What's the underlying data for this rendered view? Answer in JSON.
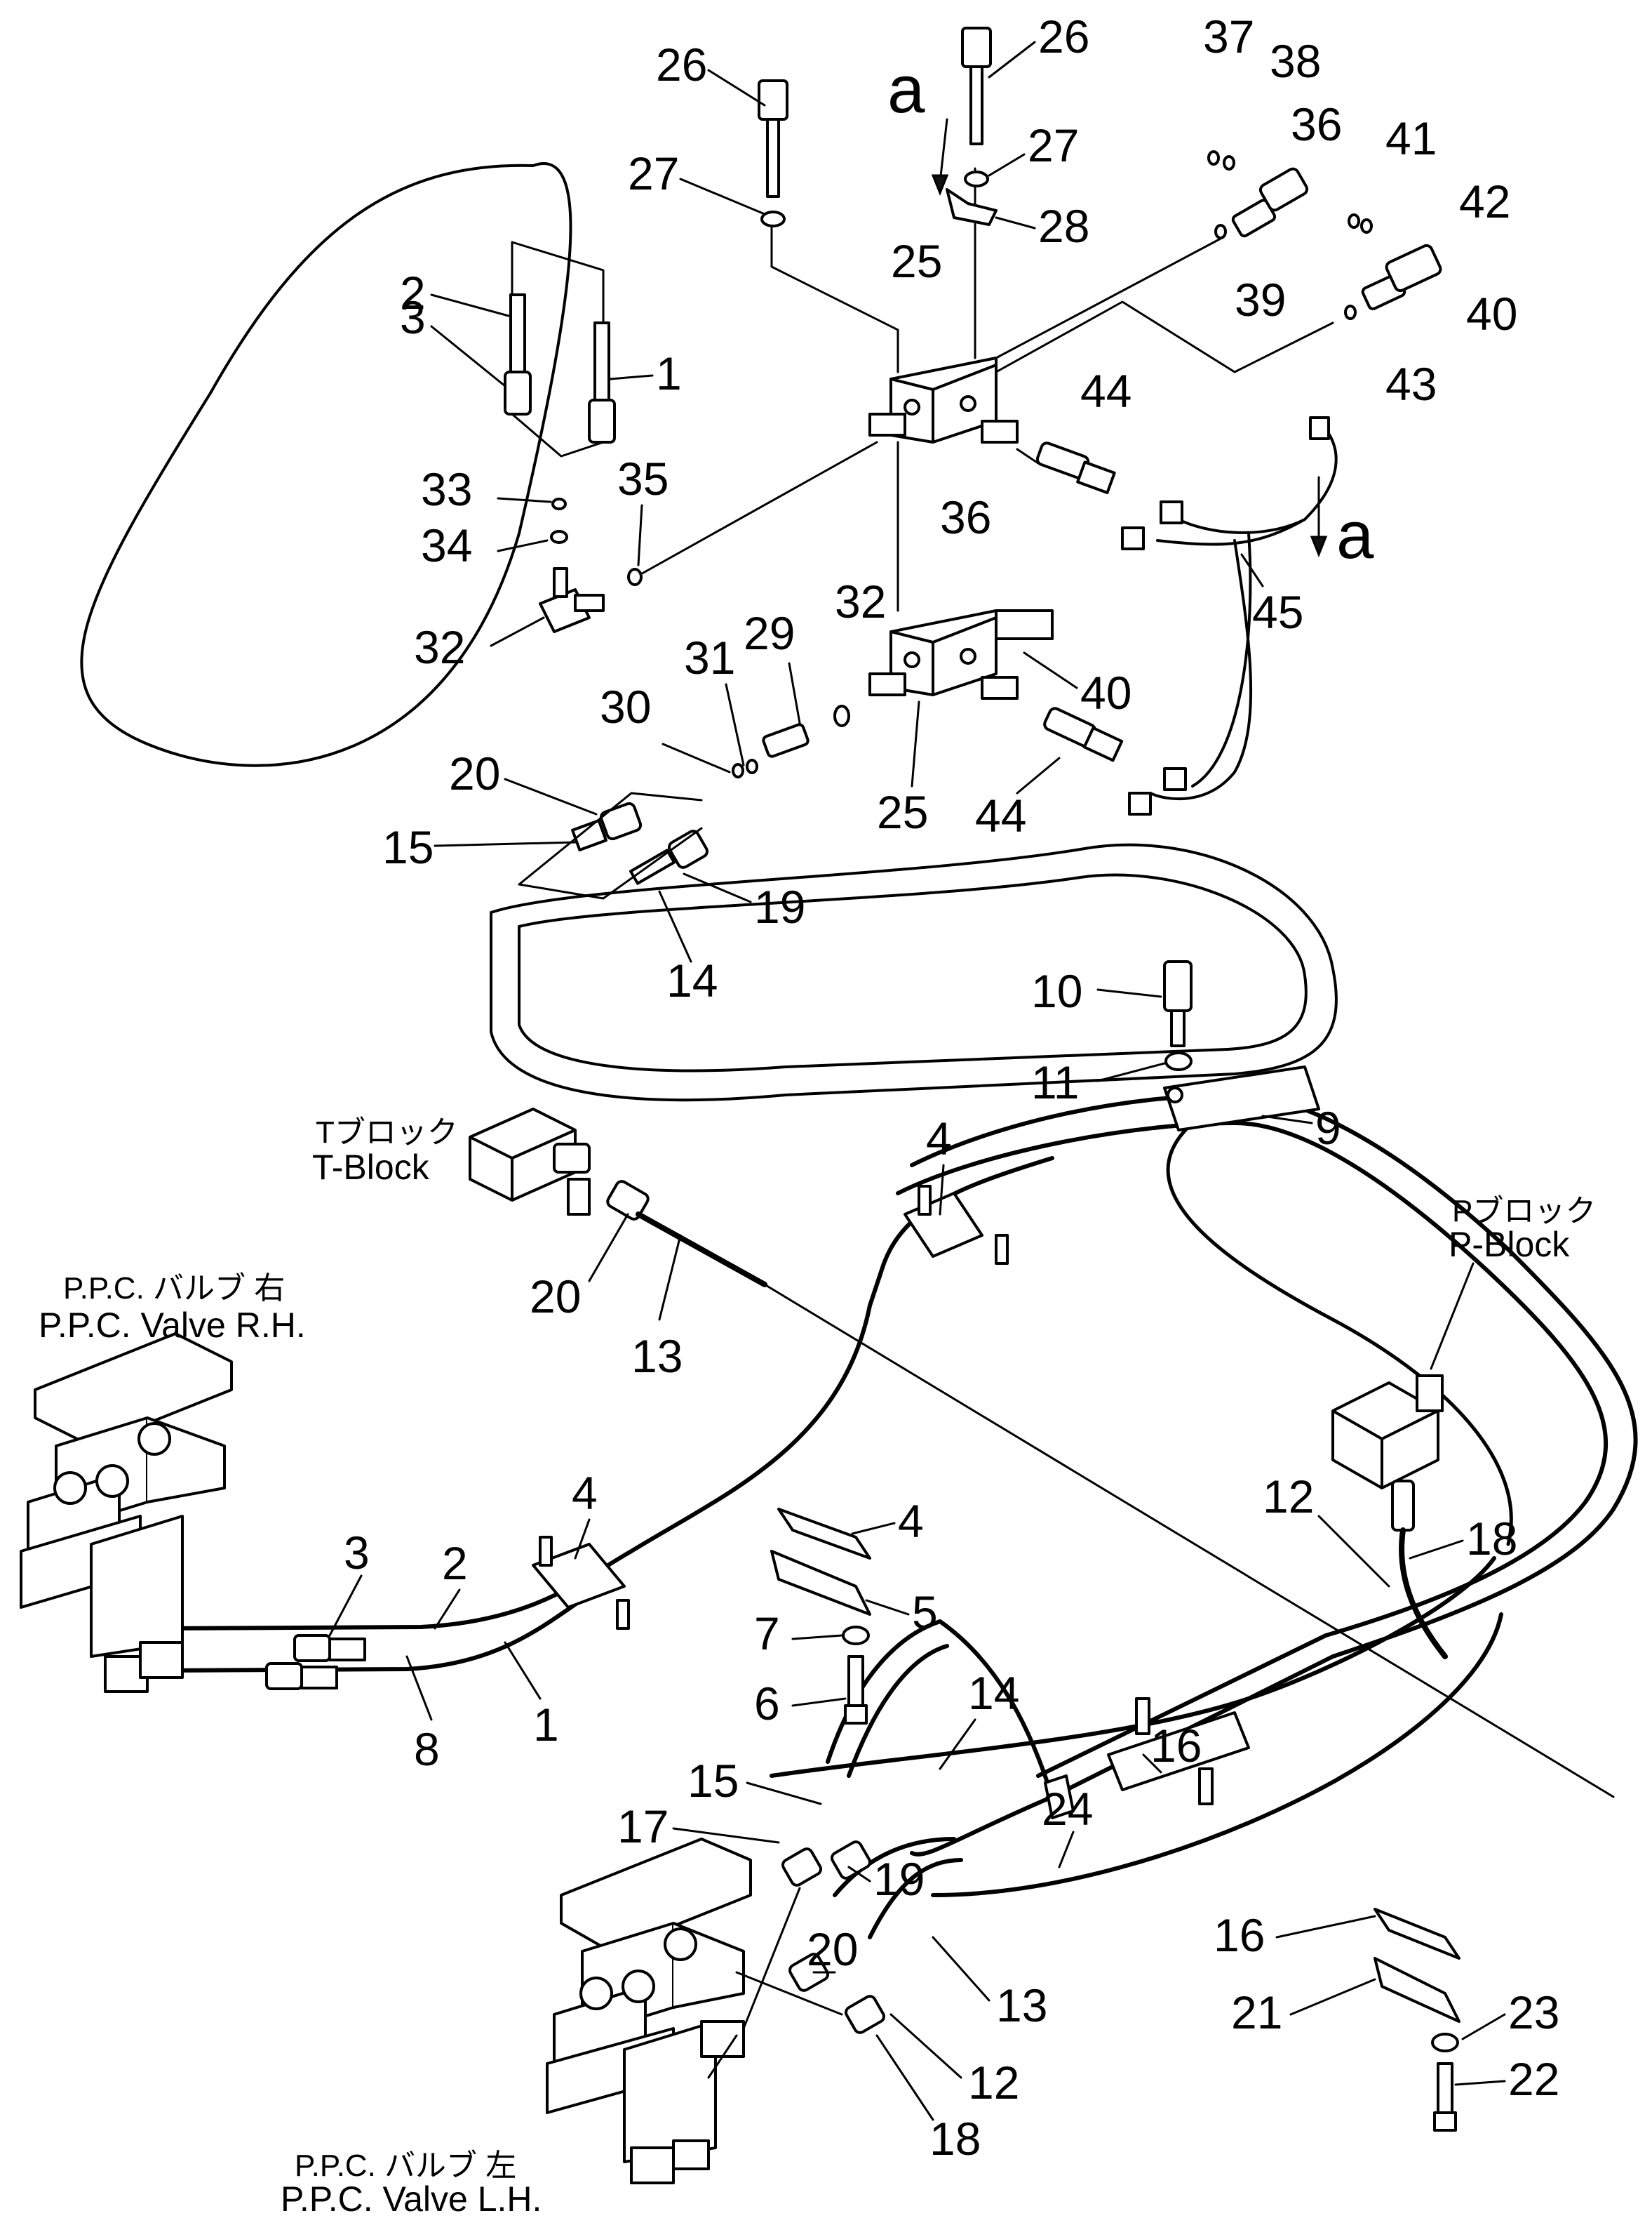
{
  "view_markers": {
    "top": "a",
    "right": "a"
  },
  "blocks": {
    "t_block_jp": "Tブロック",
    "t_block_en": "T-Block",
    "p_block_jp": "Pブロック",
    "p_block_en": "P-Block"
  },
  "valves": {
    "rh_jp": "P.P.C. バルブ 右",
    "rh_en": "P.P.C. Valve R.H.",
    "lh_jp": "P.P.C. バルブ 左",
    "lh_en": "P.P.C. Valve L.H."
  },
  "part_numbers": {
    "p1": "1",
    "p2": "2",
    "p3": "3",
    "p4": "4",
    "p5": "5",
    "p6": "6",
    "p7": "7",
    "p8": "8",
    "p9": "9",
    "p10": "10",
    "p11": "11",
    "p12": "12",
    "p13": "13",
    "p14": "14",
    "p15": "15",
    "p16": "16",
    "p17": "17",
    "p18": "18",
    "p19": "19",
    "p20": "20",
    "p21": "21",
    "p22": "22",
    "p23": "23",
    "p24": "24",
    "p25": "25",
    "p26": "26",
    "p27": "27",
    "p28": "28",
    "p29": "29",
    "p30": "30",
    "p31": "31",
    "p32": "32",
    "p33": "33",
    "p34": "34",
    "p35": "35",
    "p36": "36",
    "p37": "37",
    "p38": "38",
    "p39": "39",
    "p40": "40",
    "p41": "41",
    "p42": "42",
    "p43": "43",
    "p44": "44",
    "p45": "45"
  }
}
